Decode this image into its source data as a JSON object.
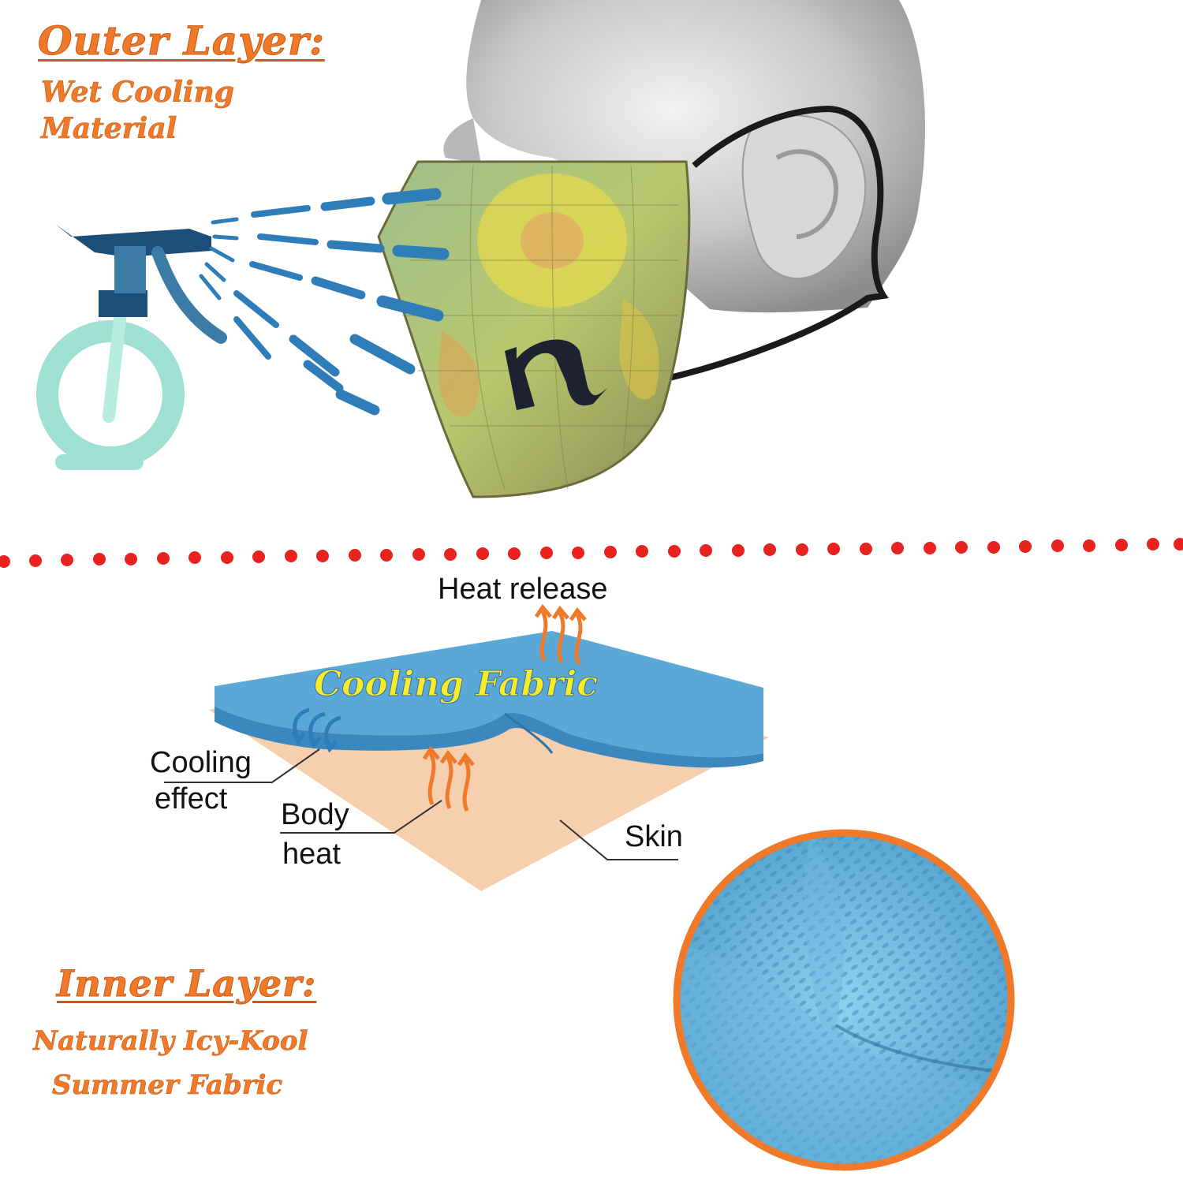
{
  "outer_layer": {
    "title": "Outer Layer:",
    "subtitle_line1": "Wet Cooling",
    "subtitle_line2": "Material"
  },
  "diagram": {
    "heat_release": "Heat release",
    "fabric_label": "Cooling Fabric",
    "cooling_effect_line1": "Cooling",
    "cooling_effect_line2": "effect",
    "body_heat_line1": "Body",
    "body_heat_line2": "heat",
    "skin": "Skin"
  },
  "inner_layer": {
    "title": "Inner Layer:",
    "subtitle_line1": "Naturally Icy-Kool",
    "subtitle_line2": "Summer Fabric"
  },
  "colors": {
    "heading_orange": "#f07a2a",
    "spray_blue": "#2f7db8",
    "divider_red": "#e8231f",
    "fabric_blue": "#5aa8d6",
    "skin_peach": "#f6cfae",
    "fabric_label_yellow": "#f6ec2a"
  },
  "icons": [
    "spray-bottle-icon",
    "mannequin-head",
    "face-mask",
    "heat-arrows-icon",
    "cooling-arrows-icon",
    "fabric-swatch"
  ]
}
